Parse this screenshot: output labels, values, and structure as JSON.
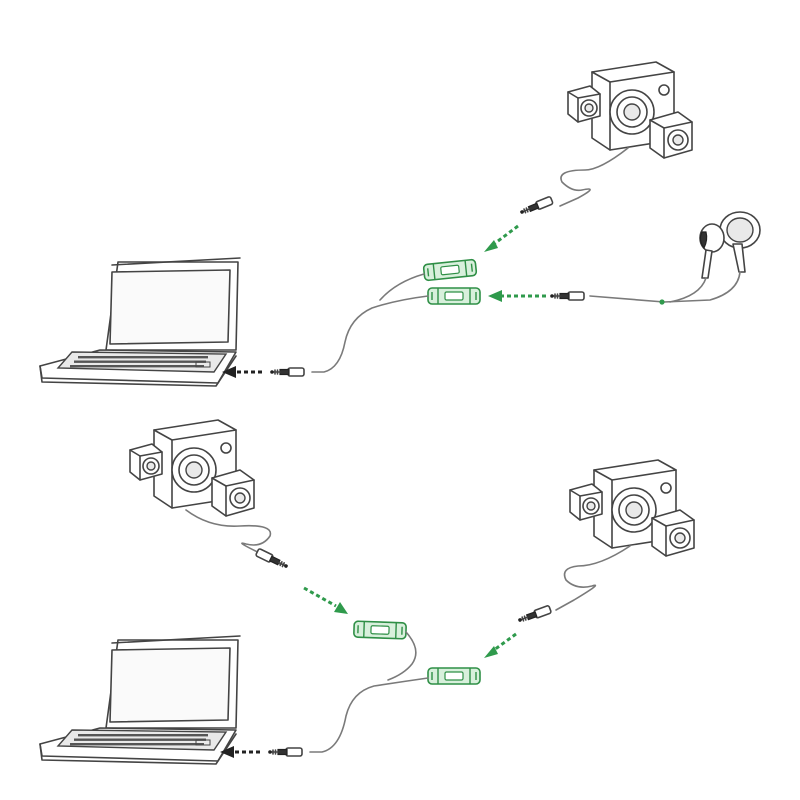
{
  "diagram": {
    "scenes": [
      {
        "name": "scene-laptop-speaker-earphone",
        "devices": [
          "laptop",
          "speaker-set",
          "earphone"
        ],
        "splitter": "y-splitter-cable"
      },
      {
        "name": "scene-laptop-two-speakers",
        "devices": [
          "laptop",
          "speaker-set",
          "speaker-set"
        ],
        "splitter": "y-splitter-cable"
      }
    ],
    "colors": {
      "accent": "#2f9a4c",
      "line": "#444444",
      "cable": "#7a7a7a",
      "arrow_dark": "#222222"
    },
    "icons": [
      "laptop-icon",
      "speaker-set-icon",
      "earphone-icon",
      "audio-jack-icon",
      "splitter-socket-icon",
      "arrow-icon"
    ]
  }
}
